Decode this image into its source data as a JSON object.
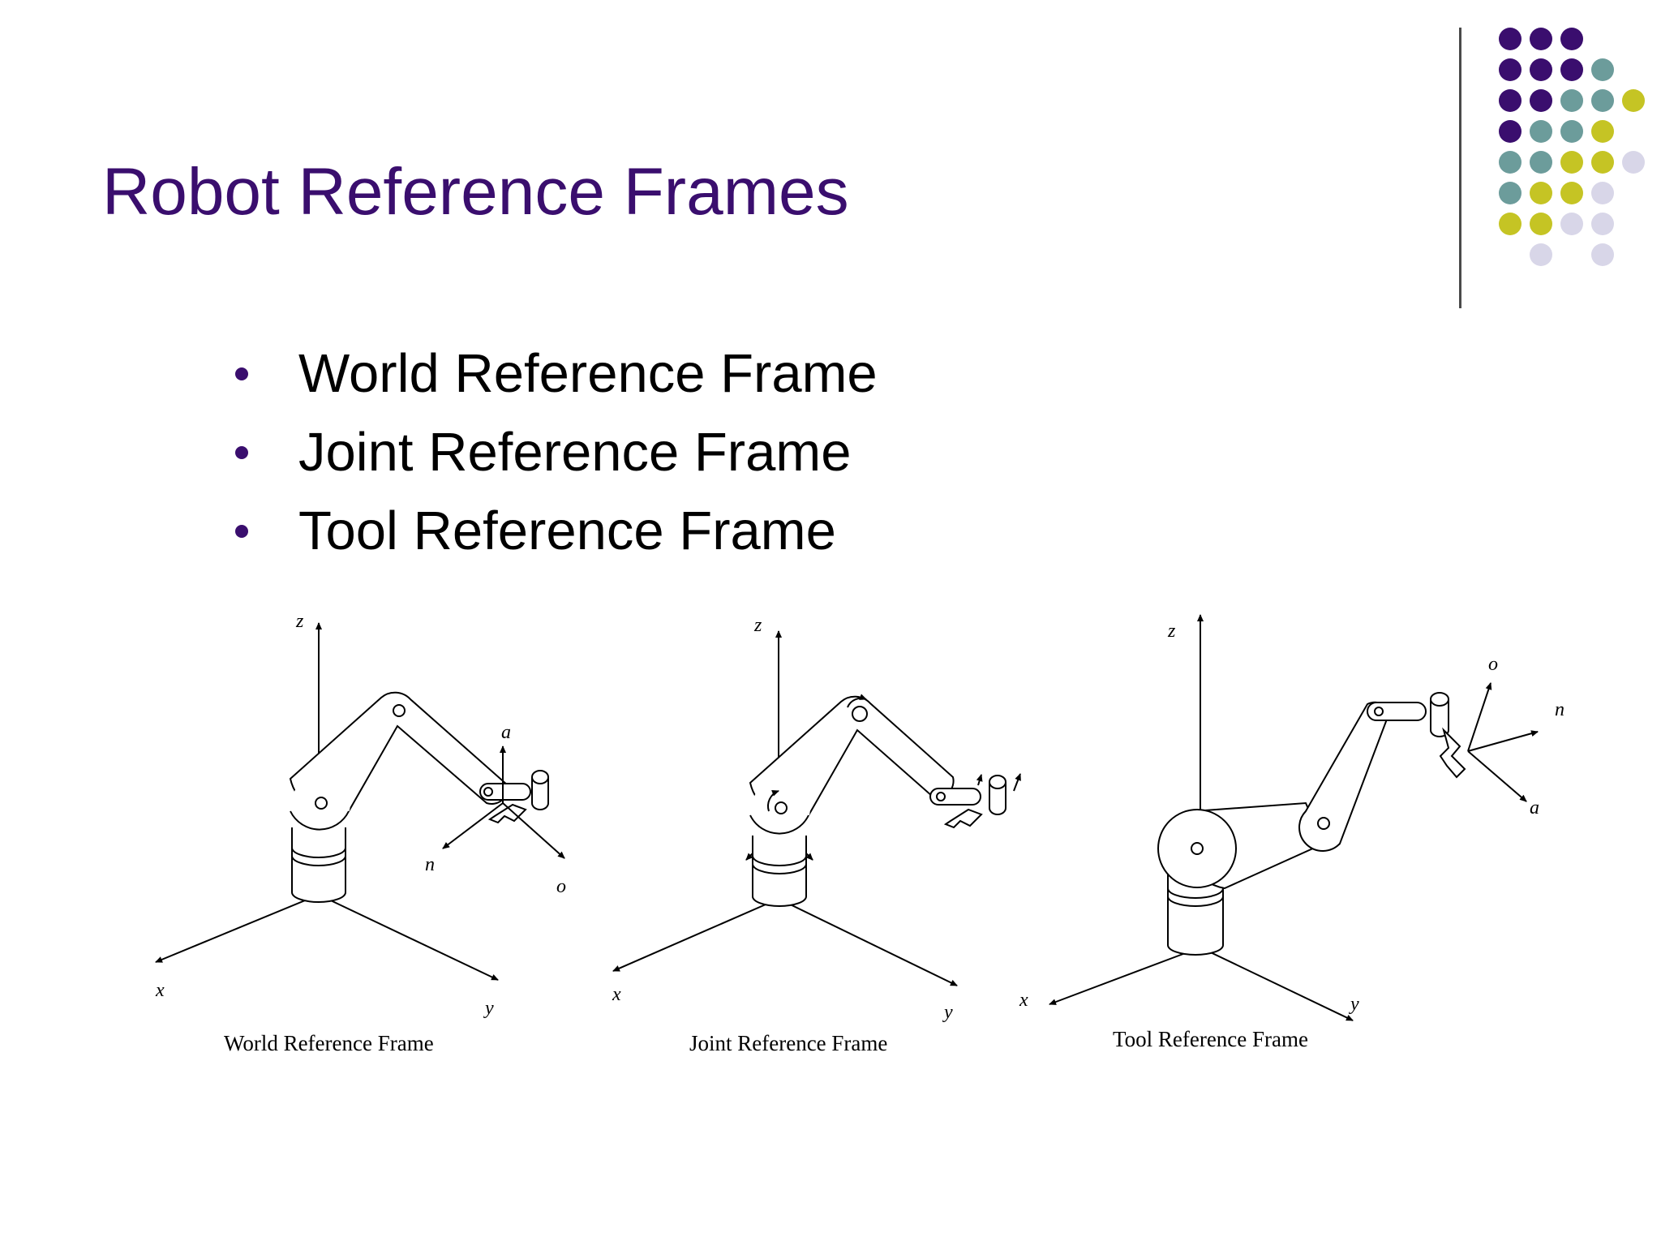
{
  "slide": {
    "title": "Robot Reference Frames",
    "bullets": [
      "World Reference Frame",
      "Joint Reference Frame",
      "Tool Reference Frame"
    ]
  },
  "figures": [
    {
      "caption": "World Reference Frame",
      "axes": {
        "x": "x",
        "y": "y",
        "z": "z"
      },
      "tool_axes": {
        "a": "a",
        "n": "n",
        "o": "o"
      }
    },
    {
      "caption": "Joint Reference Frame",
      "axes": {
        "x": "x",
        "y": "y",
        "z": "z"
      }
    },
    {
      "caption": "Tool Reference Frame",
      "axes": {
        "x": "x",
        "y": "y",
        "z": "z"
      },
      "tool_axes": {
        "a": "a",
        "n": "n",
        "o": "o"
      }
    }
  ],
  "colors": {
    "title": "#3a0e6e",
    "bullet": "#3a0e6e",
    "dot_purple": "#3a0e6e",
    "dot_teal": "#6c9c9b",
    "dot_lime": "#c5c424",
    "dot_lavender": "#d8d6e8"
  }
}
